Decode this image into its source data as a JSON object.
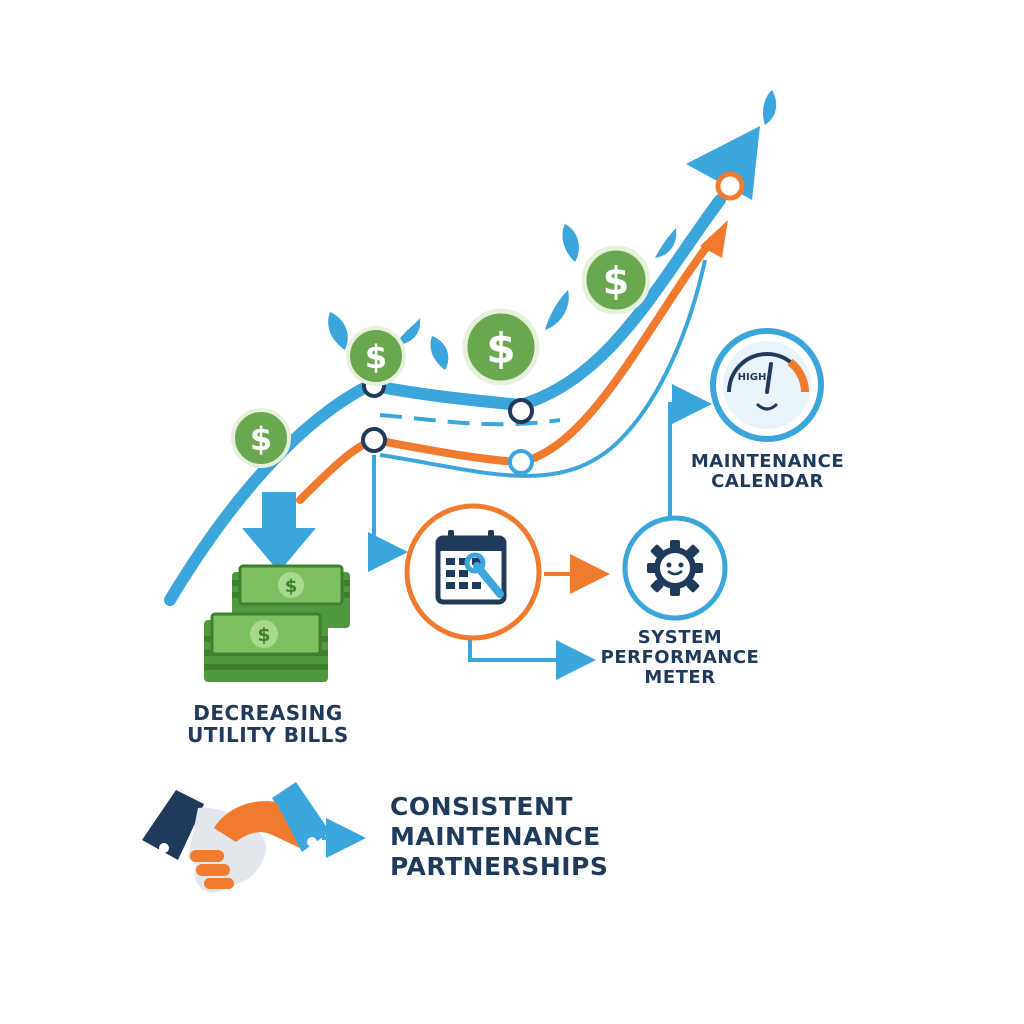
{
  "colors": {
    "blue": "#3aa6dc",
    "orange": "#f07a2e",
    "navy": "#1f3a5a",
    "green": "#6aa84f",
    "money": "#4f9a3c"
  },
  "icons": {
    "bills": "cash-stack-icon",
    "calendar": "calendar-wrench-icon",
    "gear": "smiling-gear-icon",
    "gauge": "performance-gauge-icon",
    "handshake": "handshake-icon"
  },
  "labels": {
    "bills": [
      "DECREASING",
      "UTILITY BILLS"
    ],
    "calendar": [
      "MAINTENANCE",
      "CALENDAR"
    ],
    "meter": [
      "SYSTEM",
      "PERFORMANCE",
      "METER"
    ],
    "partnership": [
      "CONSISTENT",
      "MAINTENANCE",
      "PARTNERSHIPS"
    ]
  },
  "gauge": {
    "scale_label": "HIGH"
  },
  "coins": [
    {
      "symbol": "$"
    },
    {
      "symbol": "$"
    },
    {
      "symbol": "$"
    },
    {
      "symbol": "$"
    }
  ]
}
